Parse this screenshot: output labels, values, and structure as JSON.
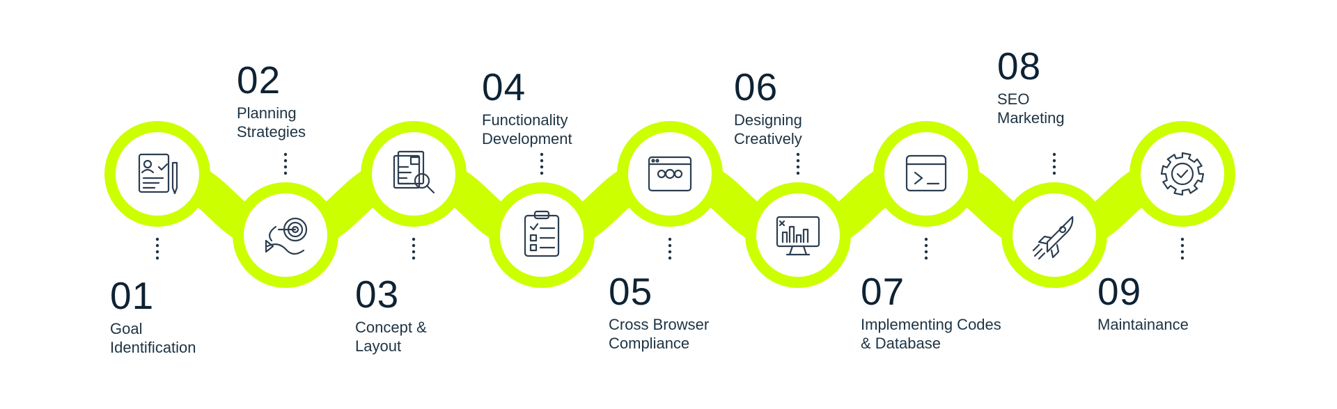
{
  "colors": {
    "accent": "#ccff00",
    "text": "#0e2233",
    "icon": "#2c3d4f",
    "dots": "#1d3344"
  },
  "steps": [
    {
      "number": "01",
      "title": [
        "Goal",
        "Identification"
      ],
      "icon": "resume-document-icon"
    },
    {
      "number": "02",
      "title": [
        "Planning",
        "Strategies"
      ],
      "icon": "target-strategy-icon"
    },
    {
      "number": "03",
      "title": [
        "Concept &",
        "Layout"
      ],
      "icon": "document-search-icon"
    },
    {
      "number": "04",
      "title": [
        "Functionality",
        "Development"
      ],
      "icon": "checklist-clipboard-icon"
    },
    {
      "number": "05",
      "title": [
        "Cross Browser",
        "Compliance"
      ],
      "icon": "browser-window-icon"
    },
    {
      "number": "06",
      "title": [
        "Designing",
        "Creatively"
      ],
      "icon": "monitor-design-icon"
    },
    {
      "number": "07",
      "title": [
        "Implementing Codes",
        "& Database"
      ],
      "icon": "code-terminal-icon"
    },
    {
      "number": "08",
      "title": [
        "SEO",
        "Marketing"
      ],
      "icon": "rocket-icon"
    },
    {
      "number": "09",
      "title": [
        "Maintainance"
      ],
      "icon": "gear-check-icon"
    }
  ]
}
